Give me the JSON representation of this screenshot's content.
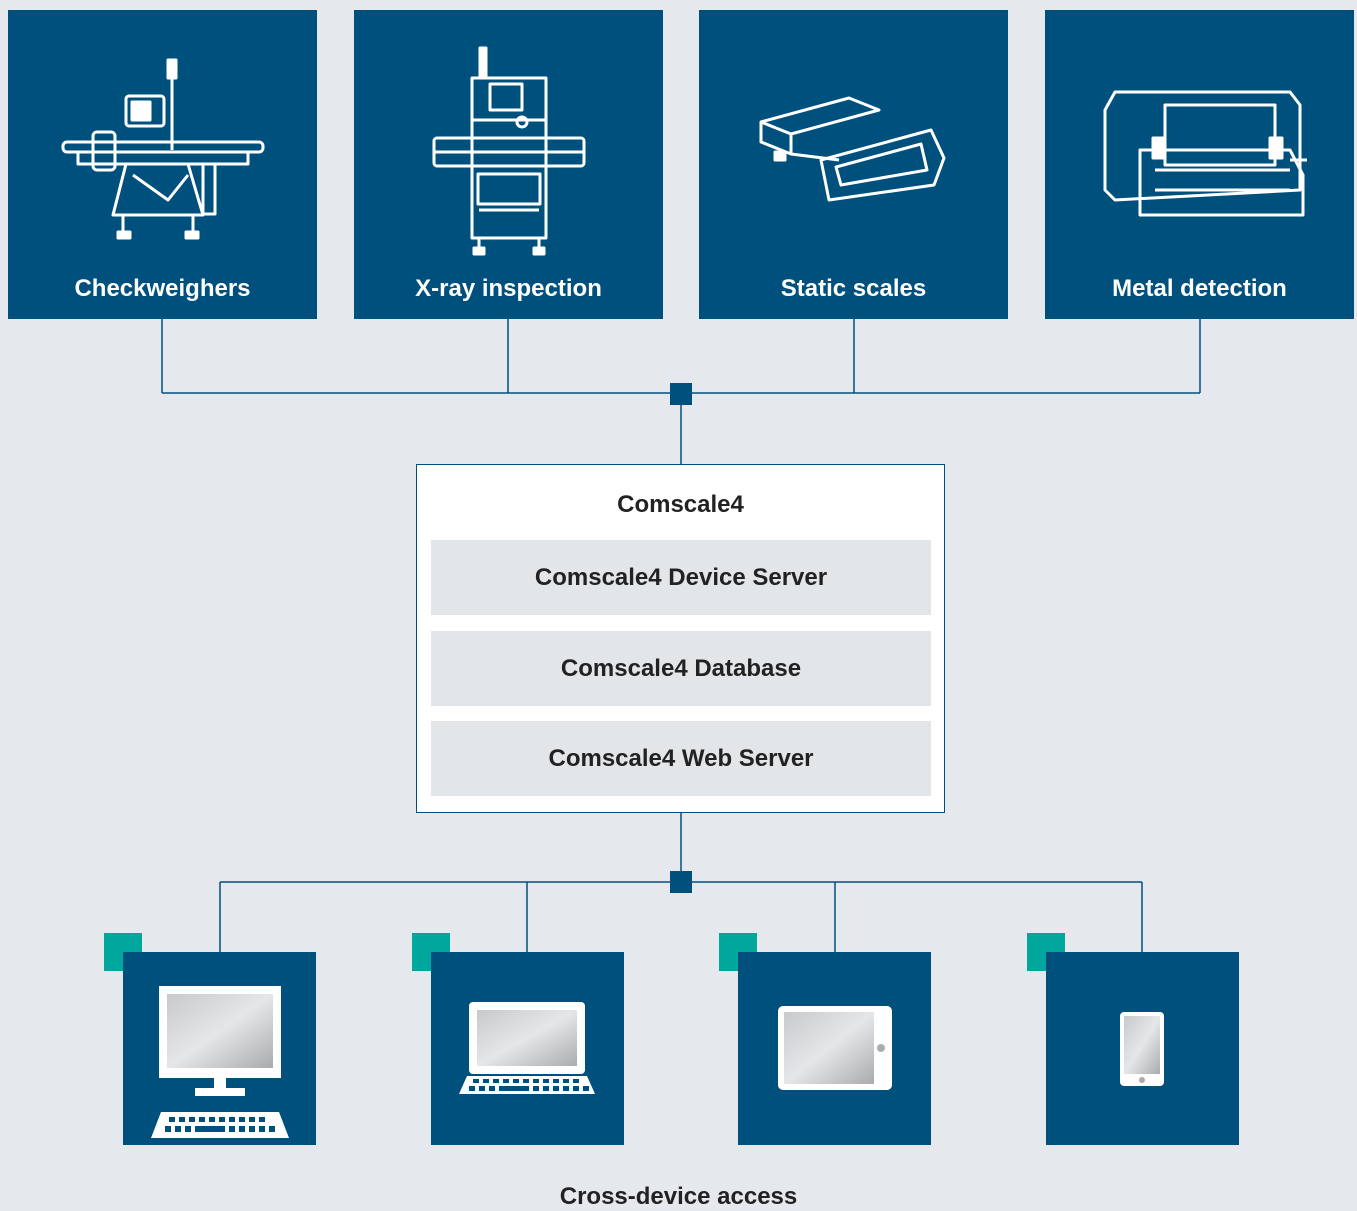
{
  "devices": [
    {
      "label": "Checkweighers",
      "icon": "checkweigher-icon"
    },
    {
      "label": "X-ray inspection",
      "icon": "xray-machine-icon"
    },
    {
      "label": "Static scales",
      "icon": "static-scale-icon"
    },
    {
      "label": "Metal detection",
      "icon": "metal-detector-icon"
    }
  ],
  "server": {
    "title": "Comscale4",
    "components": [
      "Comscale4 Device Server",
      "Comscale4 Database",
      "Comscale4 Web Server"
    ]
  },
  "clients": [
    {
      "icon": "desktop-computer-icon"
    },
    {
      "icon": "laptop-icon"
    },
    {
      "icon": "tablet-icon"
    },
    {
      "icon": "smartphone-icon"
    }
  ],
  "caption": "Cross-device access",
  "colors": {
    "background": "#e5e9ed",
    "tile": "#00507d",
    "connector": "#00507d",
    "badge": "#00a79d",
    "component_row": "#e3e6e9"
  }
}
